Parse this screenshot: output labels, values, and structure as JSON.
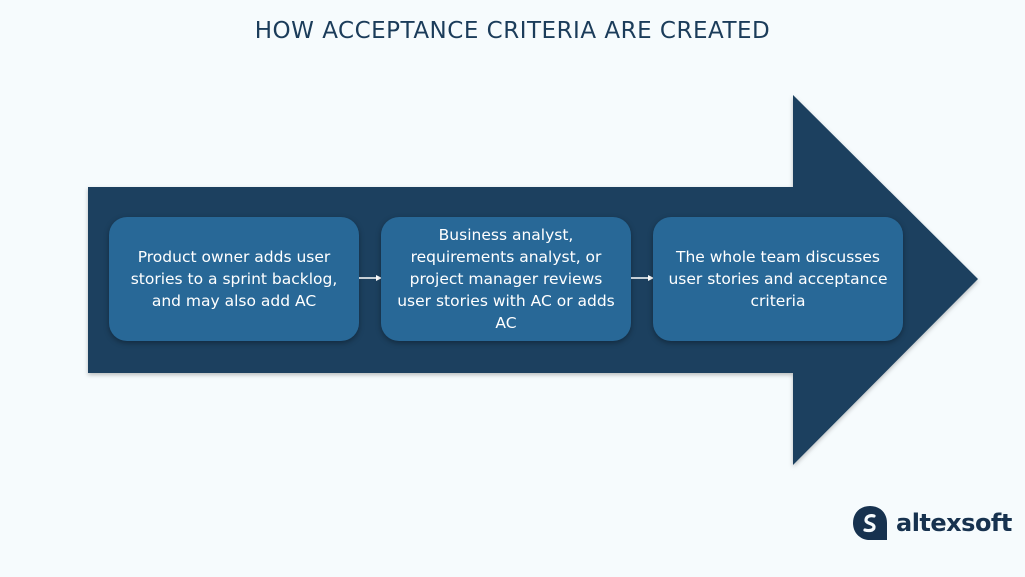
{
  "title": "HOW ACCEPTANCE CRITERIA ARE CREATED",
  "steps": [
    {
      "text": "Product owner adds user stories to a sprint backlog, and may also add AC"
    },
    {
      "text": "Business analyst, requirements analyst, or project manager reviews user stories with AC or adds AC"
    },
    {
      "text": "The whole team discusses user stories and acceptance criteria"
    }
  ],
  "logo": {
    "text": "altexsoft",
    "icon": "altexsoft-logo-icon"
  },
  "colors": {
    "background": "#f6fbfd",
    "arrow": "#1b3f5e",
    "box": "#286897",
    "text": "#ffffff",
    "title": "#1b3c5a"
  }
}
